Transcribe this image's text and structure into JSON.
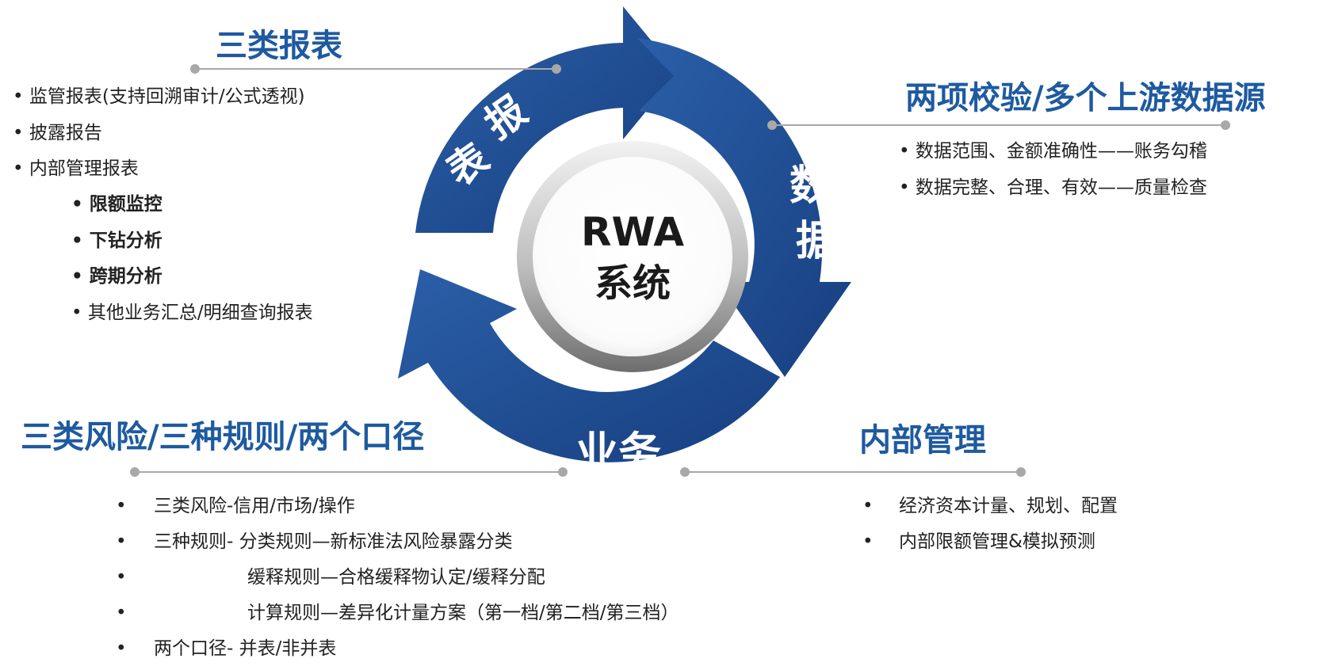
{
  "center": {
    "line1": "RWA",
    "line2": "系统"
  },
  "arrows": {
    "report": [
      "报",
      "表"
    ],
    "data": [
      "数",
      "据"
    ],
    "business": "业务"
  },
  "report_panel": {
    "title": "三类报表",
    "items": [
      "监管报表(支持回溯审计/公式透视)",
      "披露报告",
      "内部管理报表"
    ],
    "sub_items": [
      "限额监控",
      "下钻分析",
      "跨期分析",
      "其他业务汇总/明细查询报表"
    ]
  },
  "data_panel": {
    "title": "两项校验/多个上游数据源",
    "items": [
      "数据范围、金额准确性——账务勾稽",
      "数据完整、合理、有效——质量检查"
    ]
  },
  "business_panel": {
    "title": "三类风险/三种规则/两个口径",
    "items": [
      "三类风险-信用/市场/操作",
      "三种规则- 分类规则—新标准法风险暴露分类",
      "缓释规则—合格缓释物认定/缓释分配",
      "计算规则—差异化计量方案（第一档/第二档/第三档）",
      "两个口径- 并表/非并表"
    ]
  },
  "internal_panel": {
    "title": "内部管理",
    "items": [
      "经济资本计量、规划、配置",
      "内部限额管理&模拟预测"
    ]
  },
  "colors": {
    "arrow": "#1e4e96",
    "title": "#1e5aa0",
    "connector": "#a8a8a8"
  }
}
